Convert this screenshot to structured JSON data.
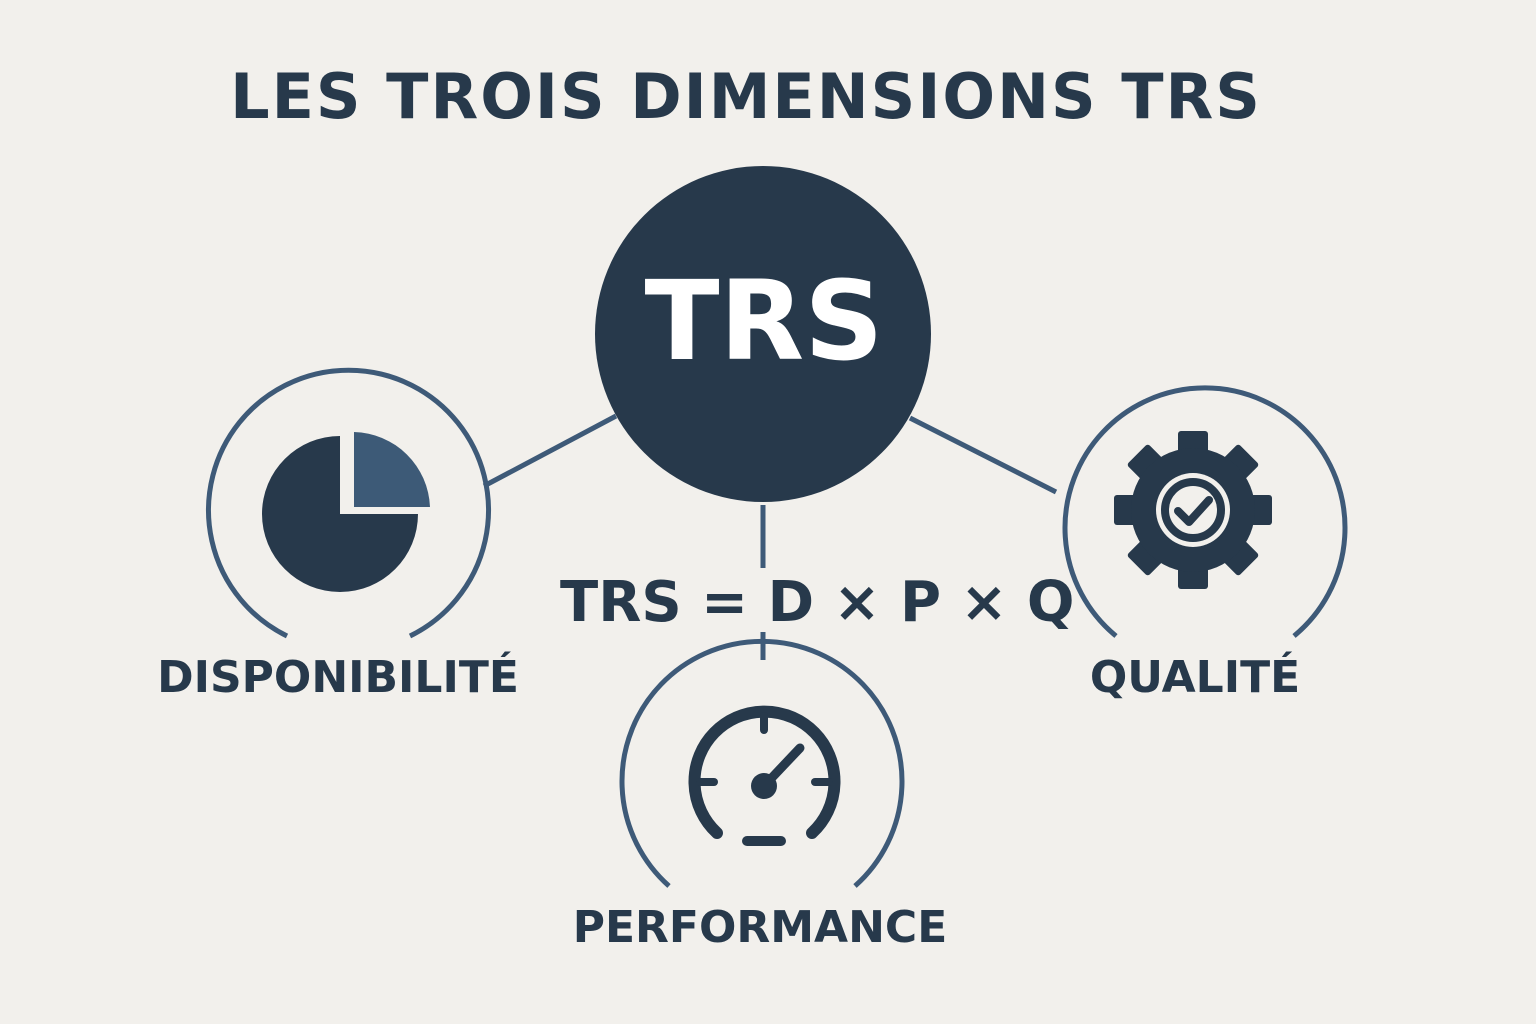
{
  "title": "LES TROIS DIMENSIONS TRS",
  "center": {
    "label": "TRS"
  },
  "formula": "TRS = D × P × Q",
  "dimensions": [
    {
      "key": "disponibilite",
      "label": "DISPONIBILITÉ",
      "icon": "pie-chart-icon"
    },
    {
      "key": "performance",
      "label": "PERFORMANCE",
      "icon": "speedometer-icon"
    },
    {
      "key": "qualite",
      "label": "QUALITÉ",
      "icon": "gear-check-icon"
    }
  ],
  "colors": {
    "background": "#f2f0ec",
    "primary": "#27394b",
    "accent": "#3d5a77",
    "ring": "#3e5a78",
    "text_on_primary": "#ffffff"
  }
}
